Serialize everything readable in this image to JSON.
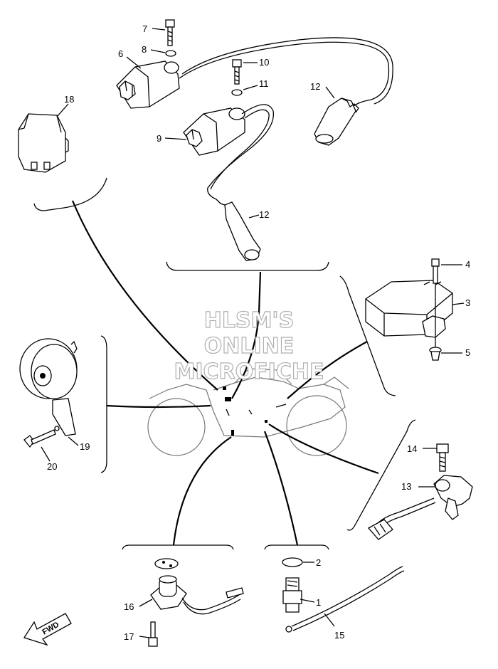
{
  "watermark": {
    "line1": "HLSM'S",
    "line2": "ONLINE",
    "line3": "MICROFICHE"
  },
  "fwd_label": "FWD",
  "callouts": {
    "c1": "1",
    "c2": "2",
    "c3": "3",
    "c4": "4",
    "c5": "5",
    "c6": "6",
    "c7": "7",
    "c8": "8",
    "c9": "9",
    "c10": "10",
    "c11": "11",
    "c12a": "12",
    "c12b": "12",
    "c13": "13",
    "c14": "14",
    "c15": "15",
    "c16": "16",
    "c17": "17",
    "c18": "18",
    "c19": "19",
    "c20": "20"
  }
}
